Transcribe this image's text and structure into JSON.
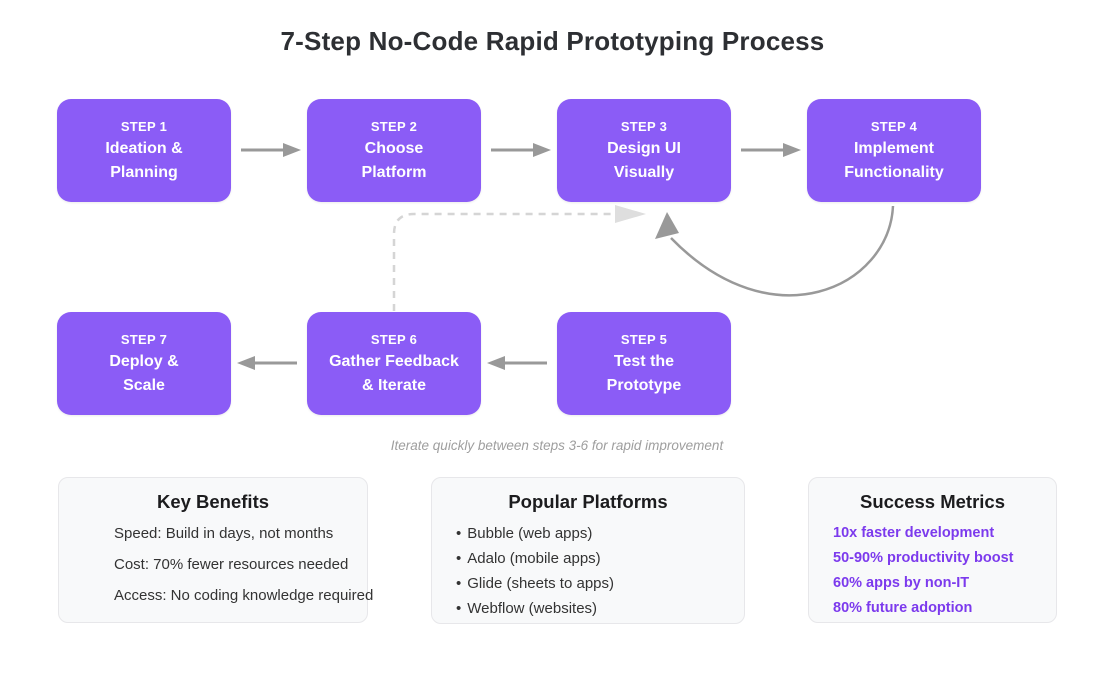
{
  "title": "7-Step No-Code Rapid Prototyping Process",
  "steps": [
    {
      "label": "STEP 1",
      "line1": "Ideation &",
      "line2": "Planning"
    },
    {
      "label": "STEP 2",
      "line1": "Choose",
      "line2": "Platform"
    },
    {
      "label": "STEP 3",
      "line1": "Design UI",
      "line2": "Visually"
    },
    {
      "label": "STEP 4",
      "line1": "Implement",
      "line2": "Functionality"
    },
    {
      "label": "STEP 5",
      "line1": "Test the",
      "line2": "Prototype"
    },
    {
      "label": "STEP 6",
      "line1": "Gather Feedback",
      "line2": "& Iterate"
    },
    {
      "label": "STEP 7",
      "line1": "Deploy &",
      "line2": "Scale"
    }
  ],
  "caption": "Iterate quickly between steps 3-6 for rapid improvement",
  "cards": {
    "benefits": {
      "title": "Key Benefits",
      "items": [
        "Speed: Build in days, not months",
        "Cost: 70% fewer resources needed",
        "Access: No coding knowledge required"
      ]
    },
    "platforms": {
      "title": "Popular Platforms",
      "bullet": "•",
      "items": [
        "Bubble (web apps)",
        "Adalo (mobile apps)",
        "Glide (sheets to apps)",
        "Webflow (websites)"
      ]
    },
    "metrics": {
      "title": "Success Metrics",
      "items": [
        "10x faster development",
        "50-90% productivity boost",
        "60% apps by non-IT",
        "80% future adoption"
      ]
    }
  },
  "colors": {
    "step_box": "#8B5CF6",
    "step_text": "#FFFFFF",
    "title_text": "#2D2F33",
    "arrow_gray": "#999999",
    "dashed_arrow_line": "#D5D5D5",
    "dashed_arrow_head": "#DEDEDE",
    "caption_text": "#9E9E9E",
    "card_background": "#F8F9FA",
    "card_border": "#E7E7EA",
    "metrics_text": "#7C3AED",
    "body_text": "#333333"
  }
}
